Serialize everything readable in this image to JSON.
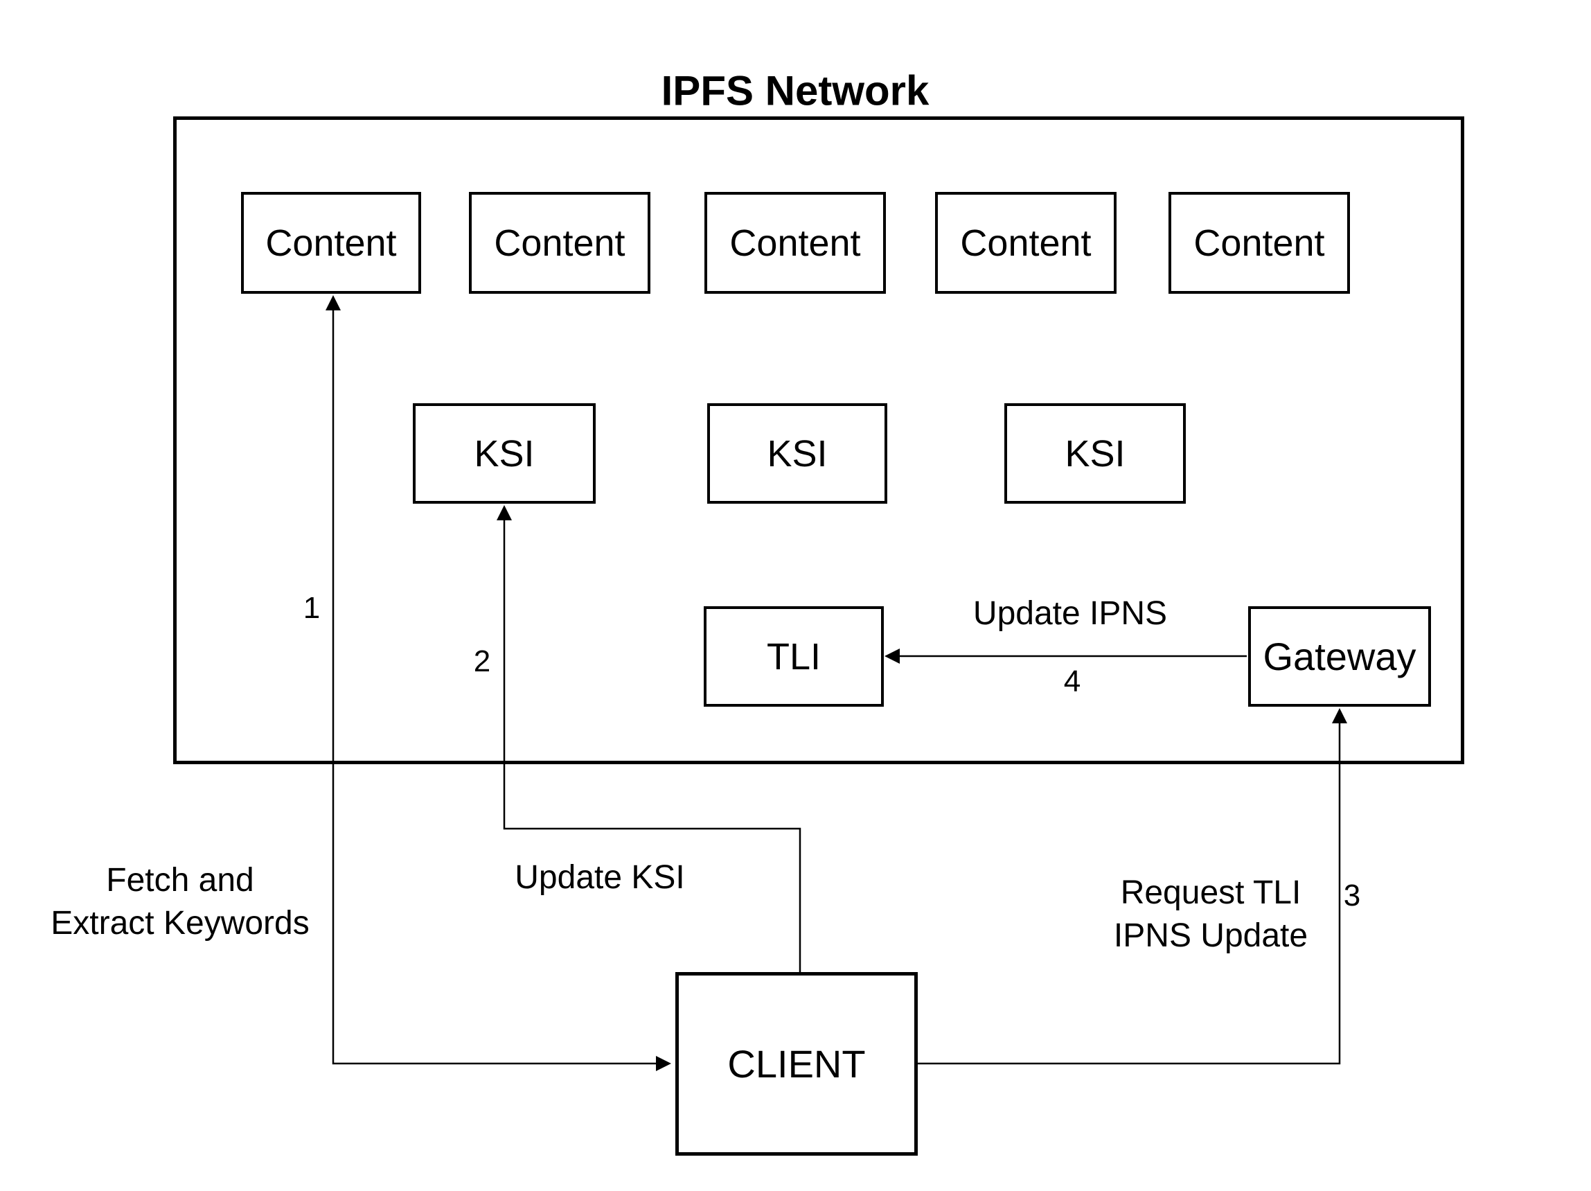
{
  "diagram": {
    "background": "#ffffff",
    "stroke_color": "#000000",
    "title": "IPFS Network",
    "network": {
      "content_nodes": [
        {
          "label": "Content"
        },
        {
          "label": "Content"
        },
        {
          "label": "Content"
        },
        {
          "label": "Content"
        },
        {
          "label": "Content"
        }
      ],
      "ksi_nodes": [
        {
          "label": "KSI"
        },
        {
          "label": "KSI"
        },
        {
          "label": "KSI"
        }
      ],
      "tli": {
        "label": "TLI"
      },
      "gateway": {
        "label": "Gateway"
      }
    },
    "client": {
      "label": "CLIENT"
    },
    "edges": {
      "fetch": {
        "number": "1",
        "label_line1": "Fetch and",
        "label_line2": "Extract Keywords"
      },
      "update_ksi": {
        "number": "2",
        "label": "Update KSI"
      },
      "request_tli": {
        "number": "3",
        "label_line1": "Request TLI",
        "label_line2": "IPNS Update"
      },
      "update_ipns": {
        "number": "4",
        "label": "Update IPNS"
      }
    }
  }
}
